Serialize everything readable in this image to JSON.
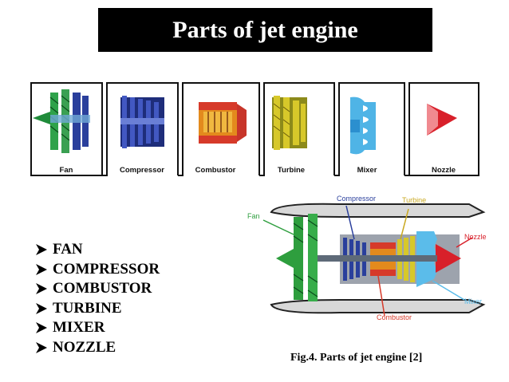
{
  "title": "Parts of jet engine",
  "parts": [
    {
      "label": "Fan",
      "icon": "fan-icon"
    },
    {
      "label": "Compressor",
      "icon": "compressor-icon"
    },
    {
      "label": "Combustor",
      "icon": "combustor-icon"
    },
    {
      "label": "Turbine",
      "icon": "turbine-icon"
    },
    {
      "label": "Mixer",
      "icon": "mixer-icon"
    },
    {
      "label": "Nozzle",
      "icon": "nozzle-icon"
    }
  ],
  "bullets": [
    "FAN",
    "COMPRESSOR",
    "COMBUSTOR",
    "TURBINE",
    "MIXER",
    "NOZZLE"
  ],
  "diagram": {
    "labels": {
      "fan": "Fan",
      "compressor": "Compressor",
      "turbine": "Turbine",
      "nozzle": "Nozzle",
      "mixer": "Mixer",
      "combustor": "Combustor"
    },
    "colors": {
      "fan": "#2e9e3e",
      "compressor": "#2a3f9c",
      "combustor": "#d63a2a",
      "turbine": "#c9a820",
      "mixer": "#5bbcea",
      "nozzle": "#d8202a"
    }
  },
  "caption": "Fig.4. Parts of jet engine [2]"
}
